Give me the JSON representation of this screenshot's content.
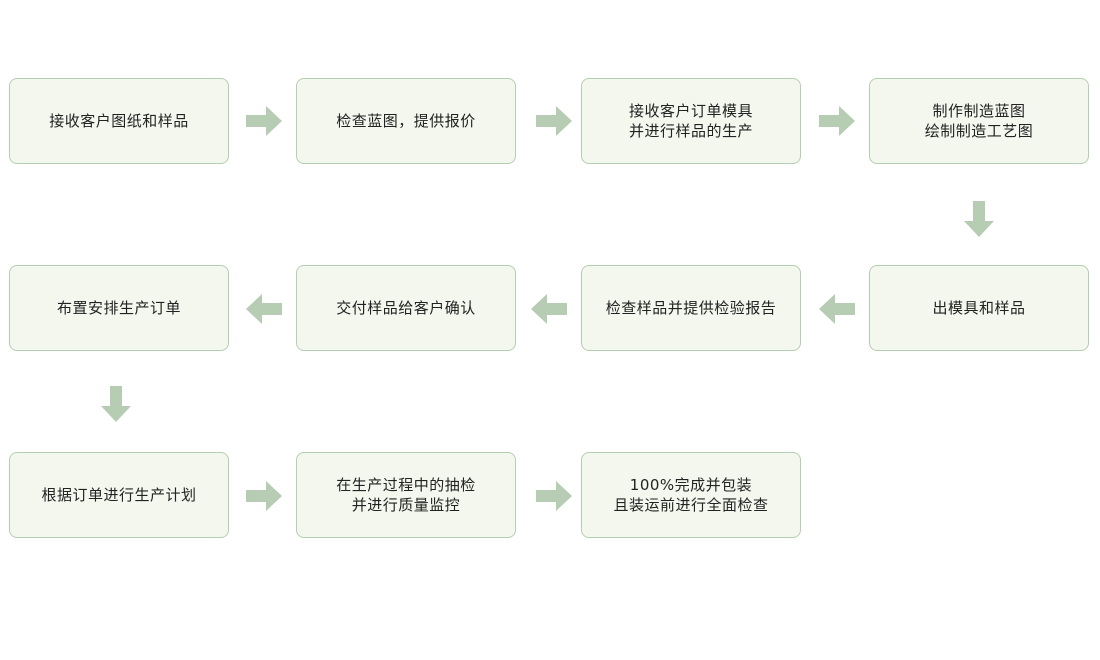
{
  "colors": {
    "box_background": "#f3f7ee",
    "box_border": "#b4ceb4",
    "arrow": "#b7cdb3",
    "text": "#222222"
  },
  "steps": [
    {
      "lines": [
        "接收客户图纸和样品"
      ]
    },
    {
      "lines": [
        "检查蓝图，提供报价"
      ]
    },
    {
      "lines": [
        "接收客户订单模具",
        "并进行样品的生产"
      ]
    },
    {
      "lines": [
        "制作制造蓝图",
        "绘制制造工艺图"
      ]
    },
    {
      "lines": [
        "出模具和样品"
      ]
    },
    {
      "lines": [
        "检查样品并提供检验报告"
      ]
    },
    {
      "lines": [
        "交付样品给客户确认"
      ]
    },
    {
      "lines": [
        "布置安排生产订单"
      ]
    },
    {
      "lines": [
        "根据订单进行生产计划"
      ]
    },
    {
      "lines": [
        "在生产过程中的抽检",
        "并进行质量监控"
      ]
    },
    {
      "lines": [
        "100%完成并包装",
        "且装运前进行全面检查"
      ]
    }
  ],
  "arrows": [
    {
      "direction": "right",
      "from": 1,
      "to": 2
    },
    {
      "direction": "right",
      "from": 2,
      "to": 3
    },
    {
      "direction": "right",
      "from": 3,
      "to": 4
    },
    {
      "direction": "down",
      "from": 4,
      "to": 5
    },
    {
      "direction": "left",
      "from": 5,
      "to": 6
    },
    {
      "direction": "left",
      "from": 6,
      "to": 7
    },
    {
      "direction": "left",
      "from": 7,
      "to": 8
    },
    {
      "direction": "down",
      "from": 8,
      "to": 9
    },
    {
      "direction": "right",
      "from": 9,
      "to": 10
    },
    {
      "direction": "right",
      "from": 10,
      "to": 11
    }
  ]
}
